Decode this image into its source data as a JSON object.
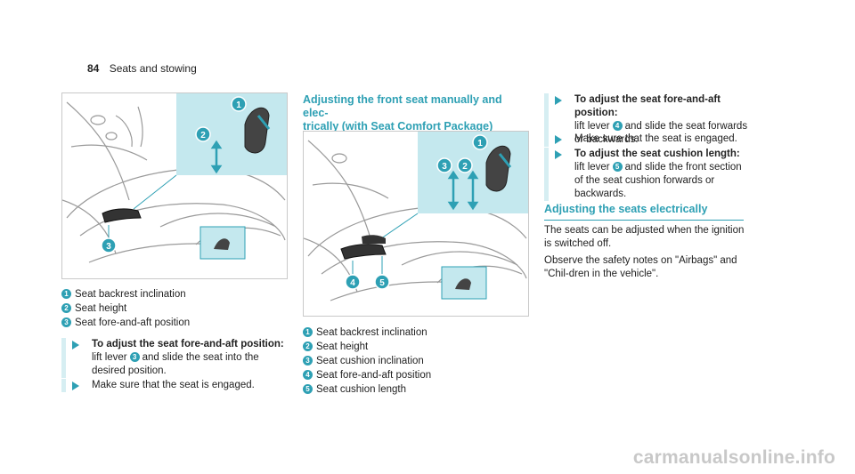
{
  "header": {
    "page_number": "84",
    "section": "Seats and stowing"
  },
  "figure1": {
    "callouts": [
      "1",
      "2",
      "3"
    ]
  },
  "legend1": [
    {
      "num": "1",
      "label": "Seat backrest inclination"
    },
    {
      "num": "2",
      "label": "Seat height"
    },
    {
      "num": "3",
      "label": "Seat fore-and-aft position"
    }
  ],
  "col1_steps": [
    {
      "bold": "To adjust the seat fore-and-aft position:",
      "pre": "lift lever",
      "ref": "3",
      "post": "and slide the seat into the desired position."
    },
    {
      "text": "Make sure that the seat is engaged."
    }
  ],
  "col2": {
    "title_line1": "Adjusting the front seat manually and elec-",
    "title_line2": "trically (with Seat Comfort Package)"
  },
  "figure2": {
    "callouts": [
      "1",
      "2",
      "3",
      "4",
      "5"
    ]
  },
  "legend2": [
    {
      "num": "1",
      "label": "Seat backrest inclination"
    },
    {
      "num": "2",
      "label": "Seat height"
    },
    {
      "num": "3",
      "label": "Seat cushion inclination"
    },
    {
      "num": "4",
      "label": "Seat fore-and-aft position"
    },
    {
      "num": "5",
      "label": "Seat cushion length"
    }
  ],
  "col3_steps": [
    {
      "bold": "To adjust the seat fore-and-aft position:",
      "pre": "lift lever",
      "ref": "4",
      "post": "and slide the seat forwards or backwards."
    },
    {
      "text": "Make sure that the seat is engaged."
    },
    {
      "bold": "To adjust the seat cushion length:",
      "pre": "lift lever",
      "ref": "5",
      "post": "and slide the front section of the seat cushion forwards or backwards."
    }
  ],
  "col3": {
    "section_title": "Adjusting the seats electrically",
    "para1": "The seats can be adjusted when the ignition is switched off.",
    "para2": "Observe the safety notes on \"Airbags\" and \"Chil-dren in the vehicle\"."
  },
  "watermark": "carmanualsonline.info",
  "colors": {
    "accent": "#2ea0b4",
    "callout_panel": "#c4e8ee"
  }
}
